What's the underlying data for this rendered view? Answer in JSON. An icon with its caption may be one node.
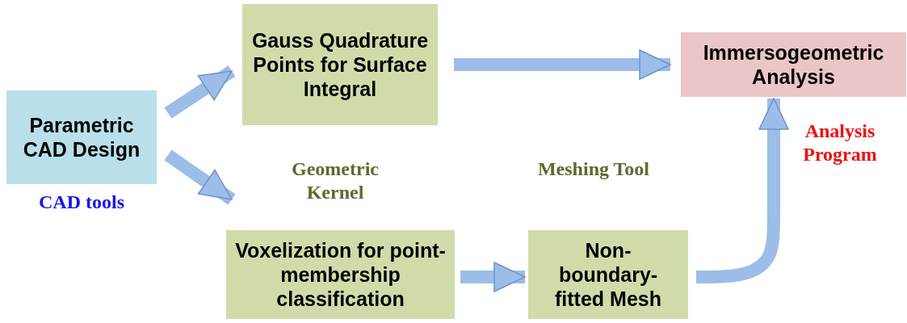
{
  "diagram": {
    "nodes": [
      {
        "text": [
          "Parametric CAD Design"
        ],
        "beside": [
          "CAD tools"
        ]
      },
      {
        "text": [
          "Gauss Quadrature Points for Surface Integral"
        ]
      },
      {
        "text": [
          "Immersogeometric Analysis"
        ]
      },
      {
        "text": [
          "Voxelization for point-membership classification"
        ]
      },
      {
        "text": [
          "Non-boundary-fitted Mesh"
        ]
      }
    ],
    "edges": [
      {
        "from": 0,
        "to": 1,
        "arrow": "to"
      },
      {
        "from": 0,
        "to": 3,
        "arrow": "to"
      },
      {
        "from": 1,
        "to": 2,
        "arrow": "to"
      },
      {
        "from": 3,
        "to": 4,
        "arrow": "to"
      },
      {
        "from": 4,
        "to": 2,
        "arrow": "to"
      }
    ],
    "labels": [
      "Geometric Kernel",
      "Meshing Tool",
      "Analysis Program"
    ]
  }
}
